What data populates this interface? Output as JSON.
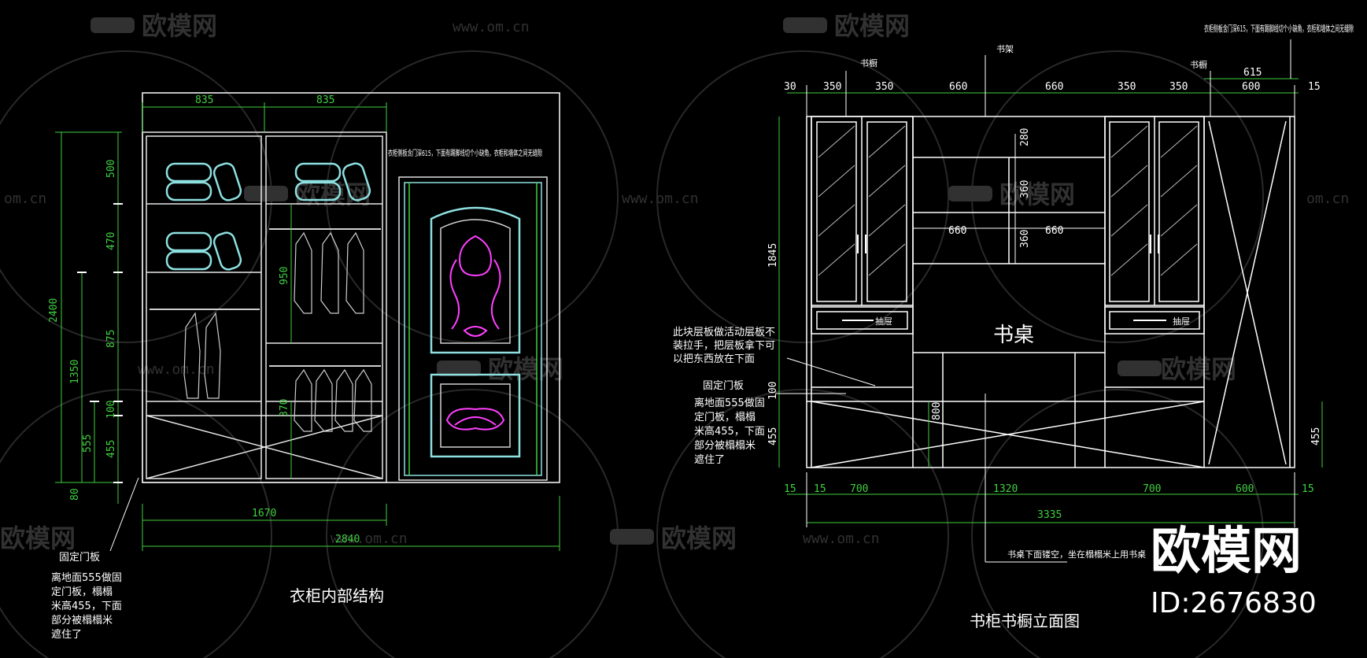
{
  "watermark": {
    "brand": "欧模网",
    "site": "www.om.cn",
    "site_short": "om.cn",
    "id_text": "ID:2676830"
  },
  "left": {
    "title": "衣柜内部结构",
    "dim_top": [
      "835",
      "835"
    ],
    "dim_total_width": "1670",
    "dim_overall_width": "2840",
    "dim_height_total": "2400",
    "dim_left_vertical": [
      "500",
      "470",
      "875",
      "100",
      "455",
      "80"
    ],
    "dim_left_vertical2": [
      "1350",
      "555"
    ],
    "dim_mid": [
      "950",
      "370"
    ],
    "note_side": "衣柜侧板含门深615，下面有踢脚线切个小缺角，衣柜和墙体之间无缝隙",
    "note_fixed_label": "固定门板",
    "note_fixed_text": [
      "离地面555做固",
      "定门板，榻榻",
      "米高455，下面",
      "部分被榻榻米",
      "遮住了"
    ]
  },
  "right": {
    "title": "书柜书橱立面图",
    "label_bookcase_left": "书橱",
    "label_shelf": "书架",
    "label_bookcase_right": "书橱",
    "label_desk": "书桌",
    "label_drawer": "抽屉",
    "dim_top": [
      "30",
      "350",
      "350",
      "660",
      "660",
      "350",
      "350",
      "600",
      "15"
    ],
    "dim_615": "615",
    "dim_shelf_v": [
      "280",
      "360",
      "360"
    ],
    "dim_shelf_h": [
      "660",
      "660"
    ],
    "dim_height": "1845",
    "dim_lower_left": [
      "100",
      "455"
    ],
    "dim_800": "800",
    "dim_455_right": "455",
    "dim_bottom": [
      "15",
      "15",
      "700",
      "1320",
      "700",
      "600",
      "15"
    ],
    "dim_total": "3335",
    "note_side": "衣柜侧板含门深615，下面有踢脚线切个小缺角，衣柜和墙体之间无缝隙",
    "note_shelf": [
      "此块层板做活动层板不",
      "装拉手，把层板拿下可",
      "以把东西放在下面"
    ],
    "note_fixed_label": "固定门板",
    "note_fixed_text": [
      "离地面555做固",
      "定门板，榻榻",
      "米高455，下面",
      "部分被榻榻米",
      "遮住了"
    ],
    "note_desk": "书桌下面镂空，坐在榻榻米上用书桌"
  }
}
